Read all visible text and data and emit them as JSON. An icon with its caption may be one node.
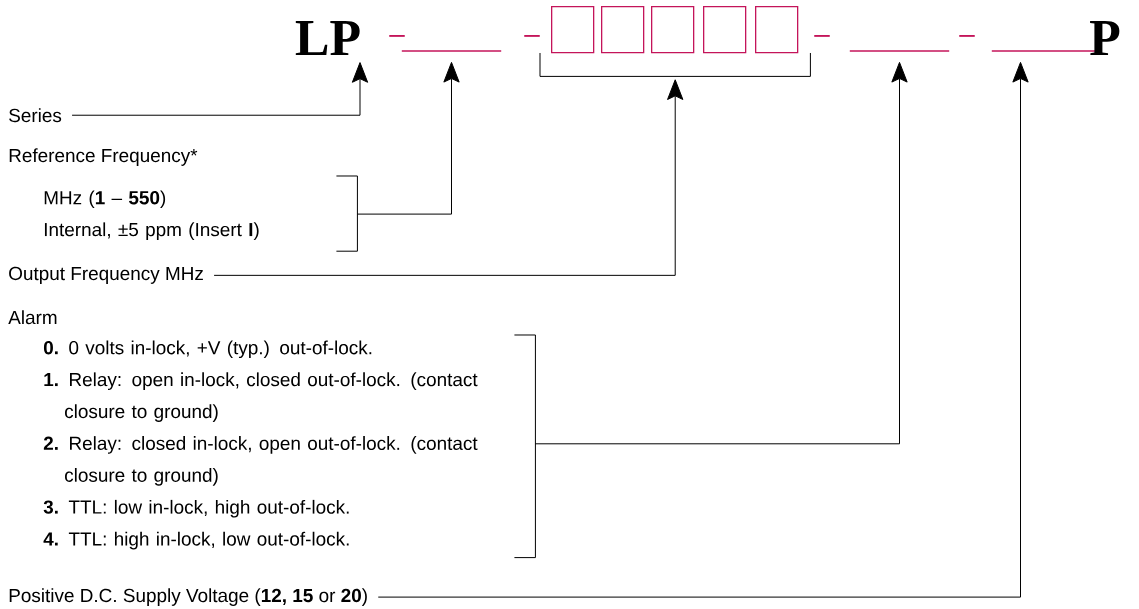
{
  "diagram": {
    "nodes": [
      {
        "text": [
          "LP"
        ]
      },
      {
        "text": [],
        "shape": "bar"
      },
      {
        "text": [],
        "shape": "box"
      },
      {
        "text": [],
        "shape": "box"
      },
      {
        "text": [],
        "shape": "box"
      },
      {
        "text": [],
        "shape": "box"
      },
      {
        "text": [],
        "shape": "box"
      },
      {
        "text": [],
        "shape": "bar"
      },
      {
        "text": [],
        "shape": "bar"
      },
      {
        "text": [
          "P"
        ]
      },
      {
        "text": [
          "Series"
        ]
      },
      {
        "text": [
          "MHz (**1** – **550**)",
          "Internal, ±5 ppm (Insert **I**)"
        ]
      },
      {
        "text": [
          "Output Frequency MHz"
        ]
      },
      {
        "text": [],
        "shape": "bracket"
      },
      {
        "text": [
          "**0.** 0 volts in-lock, +V (typ.) out-of-lock.",
          "**1.** Relay: open in-lock, closed out-of-lock. (contact closure to ground)",
          "**2.** Relay: closed in-lock, open out-of-lock. (contact closure to ground)",
          "**3.** TTL: low in-lock, high out-of-lock.",
          "**4.** TTL: high in-lock, low out-of-lock."
        ]
      },
      {
        "text": [
          "Positive D.C. Supply Voltage (**12, 15** or **20**)"
        ]
      }
    ],
    "edges": [
      {
        "from": 10,
        "to": 0,
        "arrow": "to"
      },
      {
        "from": 11,
        "to": 1,
        "arrow": "to"
      },
      {
        "from": 12,
        "to": 13,
        "arrow": "to"
      },
      {
        "from": 14,
        "to": 7,
        "arrow": "to"
      },
      {
        "from": 15,
        "to": 8,
        "arrow": "to"
      }
    ],
    "labels": [
      "–",
      "–",
      "–",
      "–",
      "Reference Frequency*",
      "Alarm"
    ]
  }
}
